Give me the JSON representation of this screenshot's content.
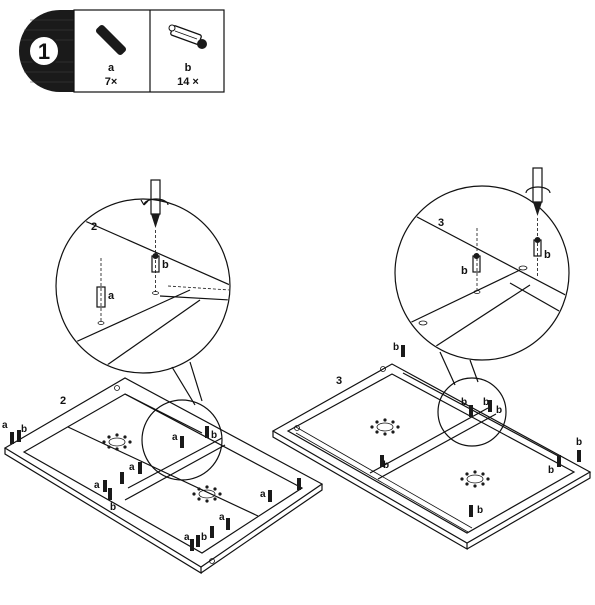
{
  "step": {
    "number": "1"
  },
  "parts": [
    {
      "letter": "a",
      "qty": "7×"
    },
    {
      "letter": "b",
      "qty": "14 ×"
    }
  ],
  "views": {
    "left_zoom_label": "2",
    "left_board_label": "2",
    "right_zoom_label": "3",
    "right_board_label": "3"
  },
  "callouts": {
    "a": "a",
    "b": "b"
  }
}
